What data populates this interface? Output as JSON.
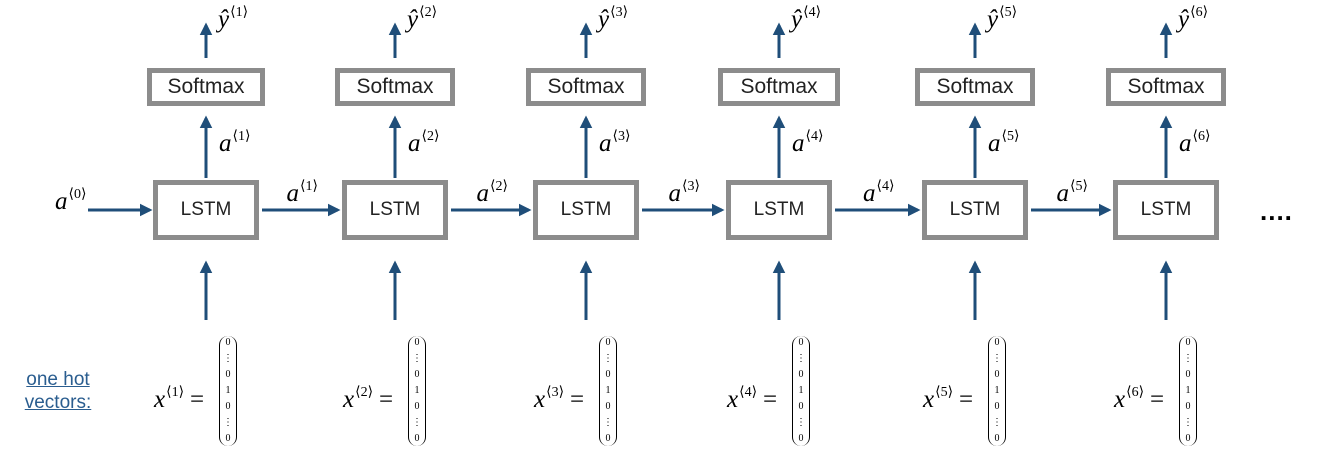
{
  "diagram": {
    "softmax_label": "Softmax",
    "lstm_label": "LSTM",
    "initial_activation": {
      "symbol": "a",
      "index": "⟨0⟩"
    },
    "steps": [
      {
        "y_symbol": "ŷ",
        "a_symbol": "a",
        "x_symbol": "x",
        "index": "⟨1⟩"
      },
      {
        "y_symbol": "ŷ",
        "a_symbol": "a",
        "x_symbol": "x",
        "index": "⟨2⟩"
      },
      {
        "y_symbol": "ŷ",
        "a_symbol": "a",
        "x_symbol": "x",
        "index": "⟨3⟩"
      },
      {
        "y_symbol": "ŷ",
        "a_symbol": "a",
        "x_symbol": "x",
        "index": "⟨4⟩"
      },
      {
        "y_symbol": "ŷ",
        "a_symbol": "a",
        "x_symbol": "x",
        "index": "⟨5⟩"
      },
      {
        "y_symbol": "ŷ",
        "a_symbol": "a",
        "x_symbol": "x",
        "index": "⟨6⟩"
      }
    ],
    "equals_sign": "=",
    "one_hot_vector": [
      "0",
      "⋮",
      "0",
      "1",
      "0",
      "⋮",
      "0"
    ],
    "continuation": "....",
    "note": "one hot vectors:",
    "arrow_color": "#1f4e79",
    "box_border_color": "#8c8c8c",
    "note_color": "#2a5d8f"
  }
}
